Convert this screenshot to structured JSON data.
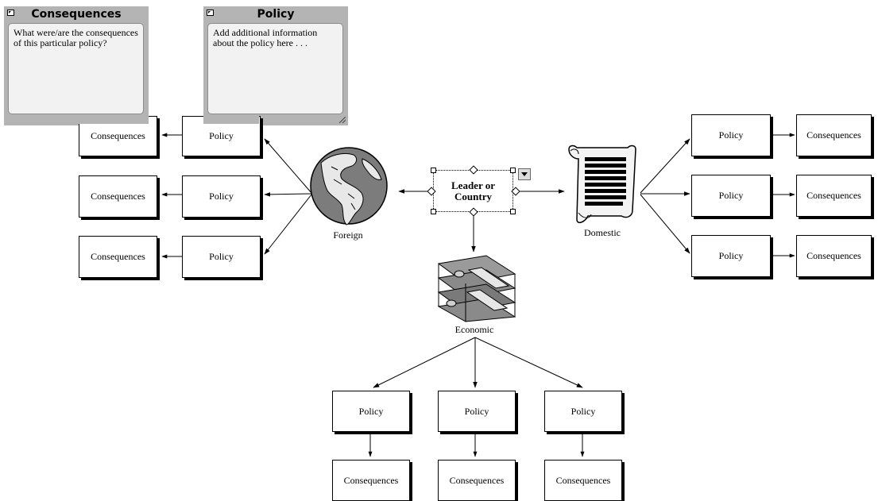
{
  "notes": {
    "consequences": {
      "title": "Consequences",
      "body": "What were/are the consequences of this particular policy?"
    },
    "policy": {
      "title": "Policy",
      "body": "Add additional information about the policy here . . ."
    }
  },
  "center": {
    "label": "Leader or\nCountry"
  },
  "branches": {
    "foreign": {
      "label": "Foreign",
      "icon": "globe-icon"
    },
    "domestic": {
      "label": "Domestic",
      "icon": "scroll-icon"
    },
    "economic": {
      "label": "Economic",
      "icon": "money-stack-icon"
    }
  },
  "nodes": {
    "policy": "Policy",
    "consequences": "Consequences"
  }
}
